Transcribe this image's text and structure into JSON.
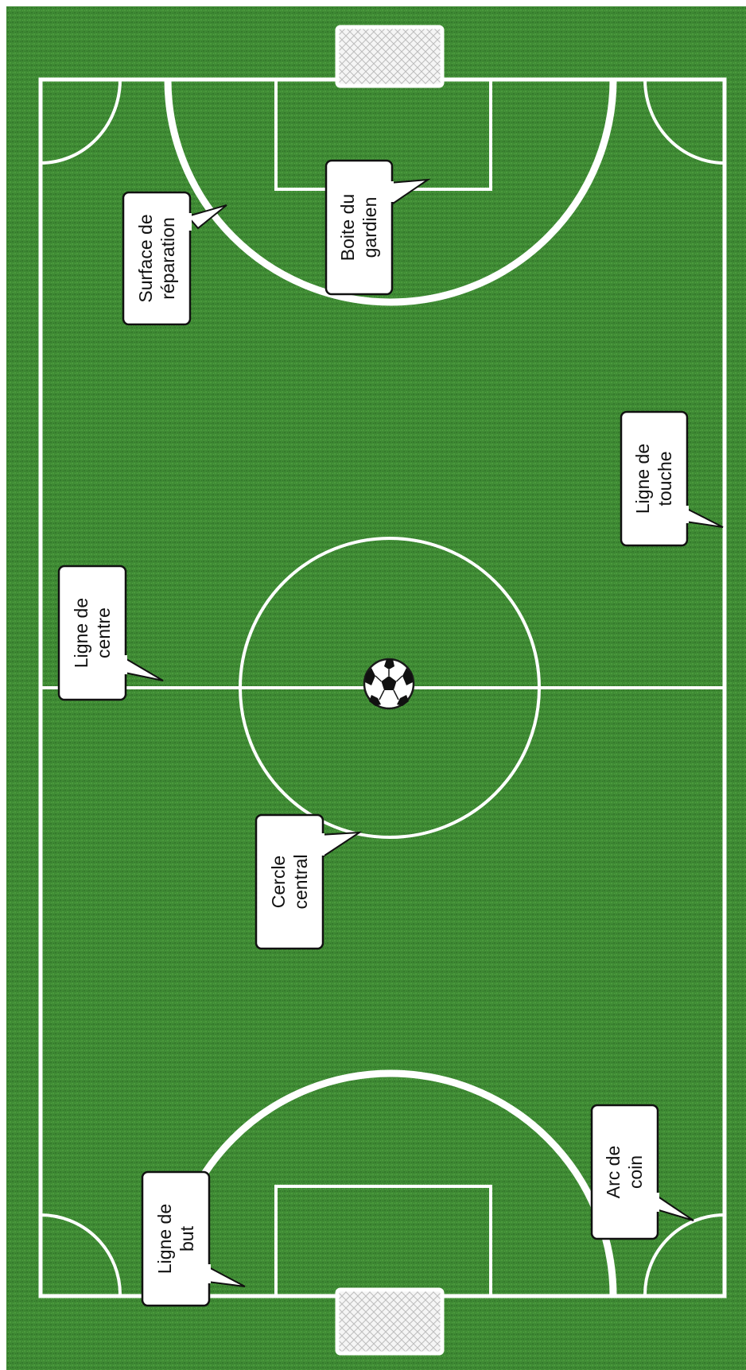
{
  "diagram": {
    "colors": {
      "grass": "#3f8a34",
      "grass_dark": "#2e6e27",
      "lines": "#ffffff",
      "callout_fill": "#ffffff",
      "callout_border": "#111111"
    },
    "labels": {
      "surface_de_reparation": [
        "Surface de",
        "réparation"
      ],
      "boite_du_gardien": [
        "Boite du",
        "gardien"
      ],
      "ligne_de_touche": [
        "Ligne de",
        "touche"
      ],
      "ligne_de_centre": [
        "Ligne de",
        "centre"
      ],
      "cercle_central": [
        "Cercle",
        "central"
      ],
      "arc_de_coin": [
        "Arc de",
        "coin"
      ],
      "ligne_de_but": [
        "Ligne de",
        "but"
      ]
    },
    "icons": [
      "goal-net-icon",
      "soccer-ball-icon"
    ]
  }
}
